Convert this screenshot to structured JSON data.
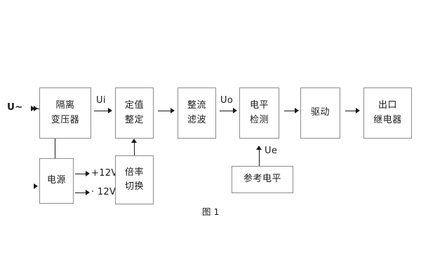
{
  "figure": {
    "caption": "图 1",
    "input_label": "U~",
    "colors": {
      "box_border": "#8c8c8c",
      "line": "#1a1a1a",
      "text": "#1a1a1a",
      "background": "#ffffff"
    }
  },
  "blocks": {
    "isolation_transformer": {
      "line1": "隔离",
      "line2": "变压器"
    },
    "setting_value": {
      "line1": "定值",
      "line2": "整定"
    },
    "rectify_filter": {
      "line1": "整流",
      "line2": "滤波"
    },
    "level_detect": {
      "line1": "电平",
      "line2": "检测"
    },
    "drive": {
      "line1": "驱动"
    },
    "output_relay": {
      "line1": "出口",
      "line2": "继电器"
    },
    "power_supply": {
      "line1": "电源"
    },
    "multiplier_switch": {
      "line1": "倍率",
      "line2": "切换"
    },
    "reference_level": {
      "line1": "参考电平"
    }
  },
  "signals": {
    "ui": "Ui",
    "uo": "Uo",
    "ue": "Ue",
    "supply_positive": "+12V",
    "supply_negative": "· 12V"
  }
}
